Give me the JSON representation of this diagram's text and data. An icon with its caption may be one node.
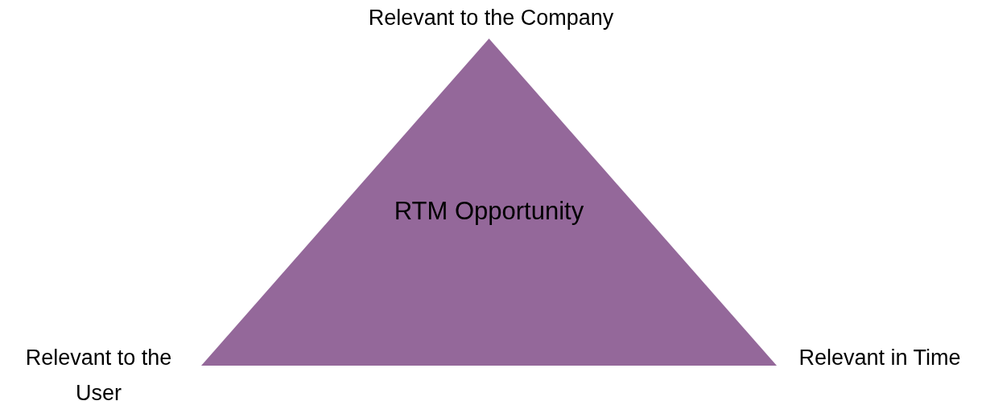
{
  "diagram": {
    "nodes": [
      {
        "text": [
          "RTM Opportunity"
        ]
      }
    ],
    "labels": [
      "Relevant to the Company",
      "Relevant to the User",
      "Relevant in Time"
    ]
  }
}
